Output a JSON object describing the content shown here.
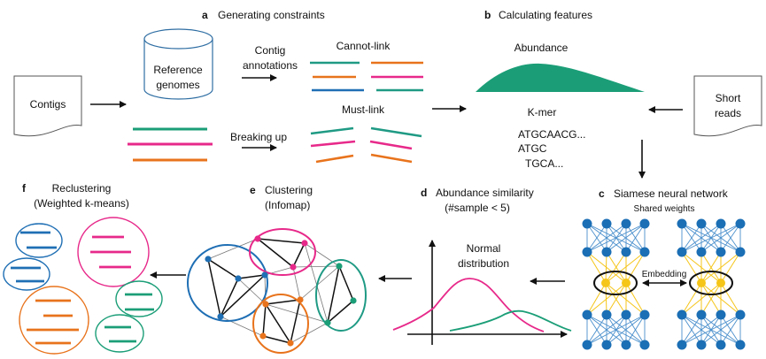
{
  "colors": {
    "teal": "#1f9a84",
    "green": "#1b9e77",
    "pink": "#e7298a",
    "orange": "#e8731c",
    "blue": "#1f6fb4",
    "cyl": "#2f6ea3",
    "nn_blue": "#1b6fb5",
    "nn_line": "#4a8fcc",
    "nn_yellow": "#f5c518",
    "black": "#111111",
    "gray": "#777777"
  },
  "panels": {
    "a": {
      "letter": "a",
      "title": "Generating constraints"
    },
    "b": {
      "letter": "b",
      "title": "Calculating features"
    },
    "c": {
      "letter": "c",
      "title": "Siamese neural network"
    },
    "d": {
      "letter": "d",
      "title": "Abundance similarity",
      "subtitle": "(#sample < 5)"
    },
    "e": {
      "letter": "e",
      "title": "Clustering",
      "subtitle": "(Infomap)"
    },
    "f": {
      "letter": "f",
      "title": "Reclustering",
      "subtitle": "(Weighted k-means)"
    }
  },
  "inputs": {
    "contigs": "Contigs",
    "short_reads_1": "Short",
    "short_reads_2": "reads",
    "reference_1": "Reference",
    "reference_2": "genomes"
  },
  "labels": {
    "contig_annotations_1": "Contig",
    "contig_annotations_2": "annotations",
    "breaking_up": "Breaking up",
    "cannot_link": "Cannot-link",
    "must_link": "Must-link",
    "abundance": "Abundance",
    "kmer": "K-mer",
    "kmer_seq_1": "ATGCAACG...",
    "kmer_seq_2": "ATGC",
    "kmer_seq_3": "TGCA...",
    "shared_weights": "Shared weights",
    "embedding": "Embedding",
    "normal_1": "Normal",
    "normal_2": "distribution"
  }
}
